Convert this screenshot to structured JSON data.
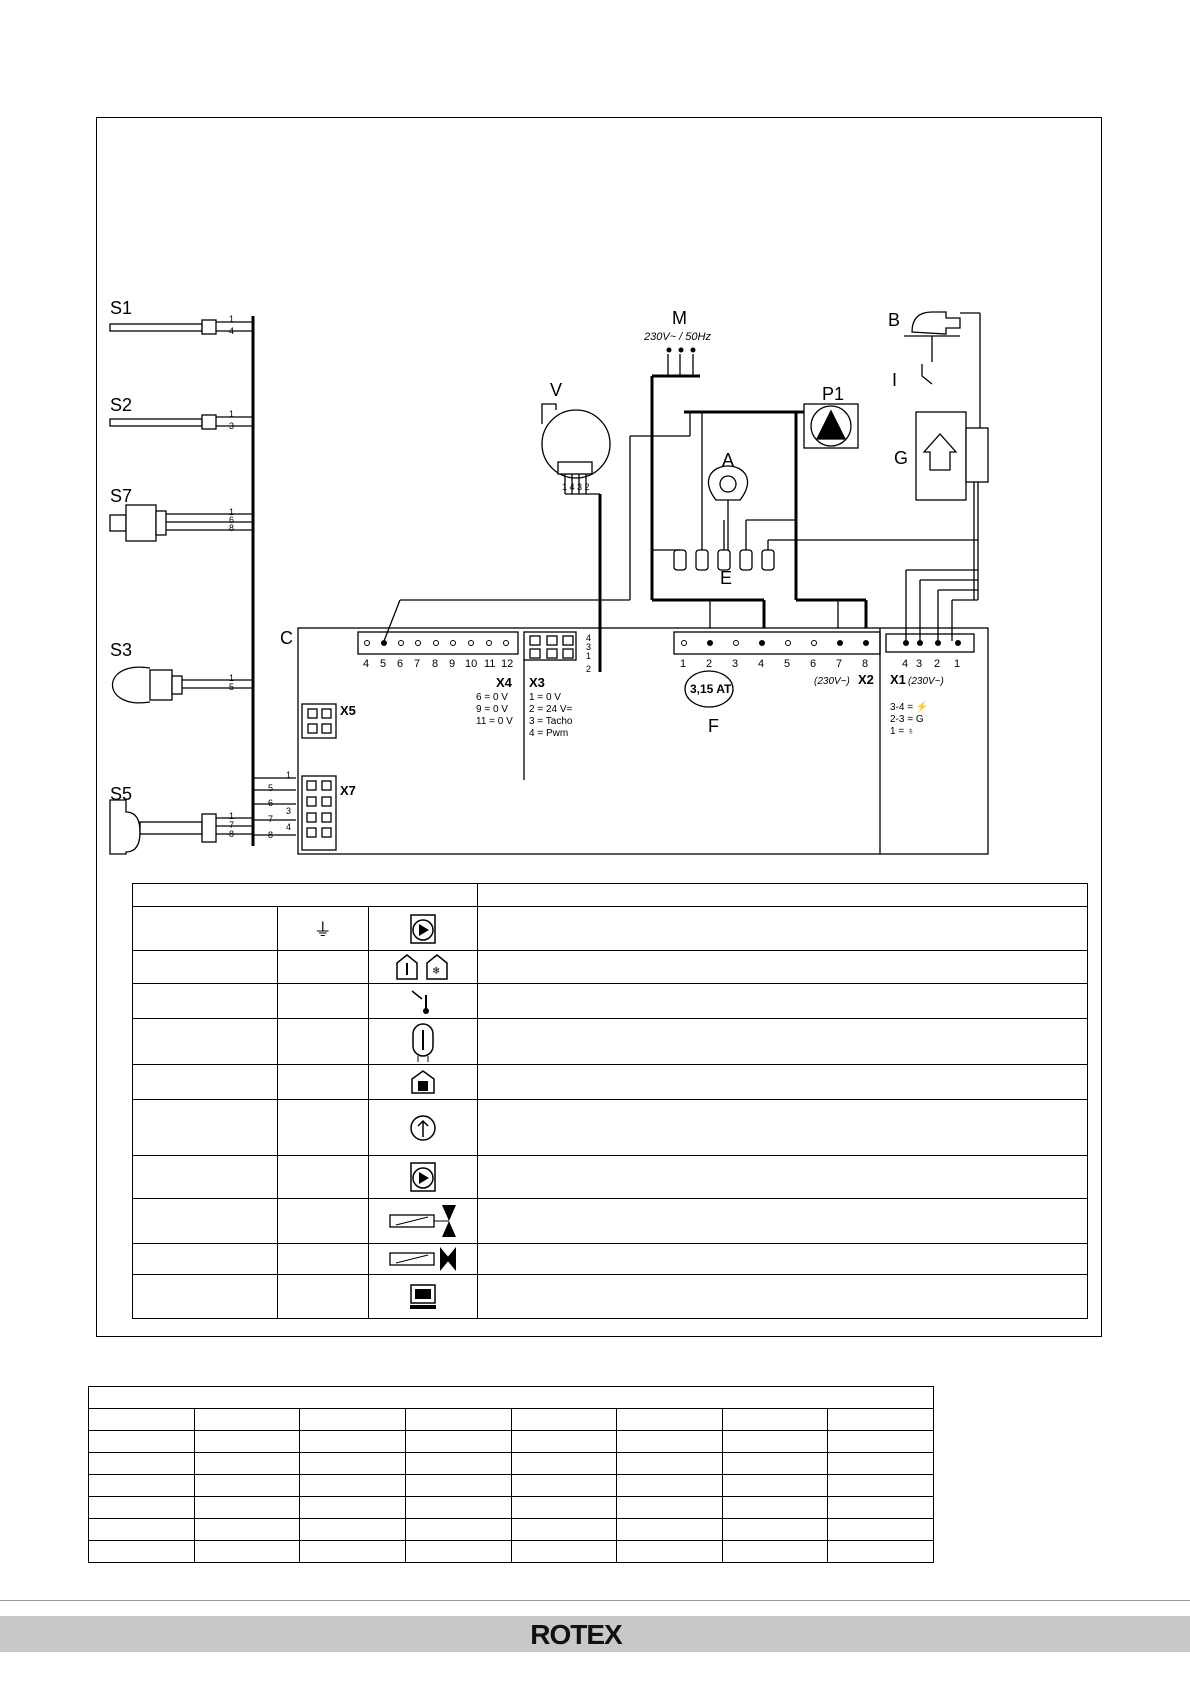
{
  "labels": {
    "S1": "S1",
    "S2": "S2",
    "S7": "S7",
    "S3": "S3",
    "S5": "S5",
    "M": "M",
    "V": "V",
    "P1": "P1",
    "B": "B",
    "I": "I",
    "G": "G",
    "A": "A",
    "E": "E",
    "C": "C",
    "F": "F"
  },
  "motor_rating": "230V~ / 50Hz",
  "fuse": "3,15 AT",
  "sensor_pins": {
    "S1": [
      "1",
      "4"
    ],
    "S2": [
      "1",
      "3"
    ],
    "S7": [
      "1",
      "6",
      "8"
    ],
    "S3": [
      "1",
      "5"
    ],
    "S5": [
      "1",
      "7",
      "8"
    ]
  },
  "fan_pins": "1 4 3 2",
  "x4": {
    "name": "X4",
    "pins": [
      "4",
      "5",
      "6",
      "7",
      "8",
      "9",
      "10",
      "11",
      "12"
    ],
    "notes": [
      "6 = 0 V",
      "9 = 0 V",
      "11 = 0 V"
    ]
  },
  "x3": {
    "name": "X3",
    "side_pins": [
      "4",
      "3",
      "1",
      "2"
    ],
    "notes": [
      "1   = 0 V",
      "2   = 24 V=",
      "3   = Tacho",
      "4   = Pwm"
    ]
  },
  "x2": {
    "name": "X2",
    "pins": [
      "1",
      "2",
      "3",
      "4",
      "5",
      "6",
      "7",
      "8"
    ],
    "rating": "(230V~)"
  },
  "x1": {
    "name": "X1",
    "pins": [
      "4",
      "3",
      "2",
      "1"
    ],
    "rating": "(230V~)",
    "notes": [
      "3-4 = ⚡",
      "2-3 = G",
      "1    = ♁"
    ]
  },
  "x5": {
    "name": "X5"
  },
  "x7": {
    "name": "X7",
    "wire_pins": [
      "1",
      "5",
      "6",
      "3",
      "7",
      "4",
      "8"
    ]
  },
  "legend": {
    "ground_symbol": "⏚",
    "row_icons": [
      "pump-icon",
      "room-thermostat-icon",
      "outdoor-sensor-icon",
      "boiler-sensor-icon",
      "room-unit-icon",
      "flow-icon",
      "pump-icon",
      "valve-icon",
      "valve-icon",
      "display-icon"
    ]
  },
  "footer": {
    "logo": "ROTEX"
  }
}
